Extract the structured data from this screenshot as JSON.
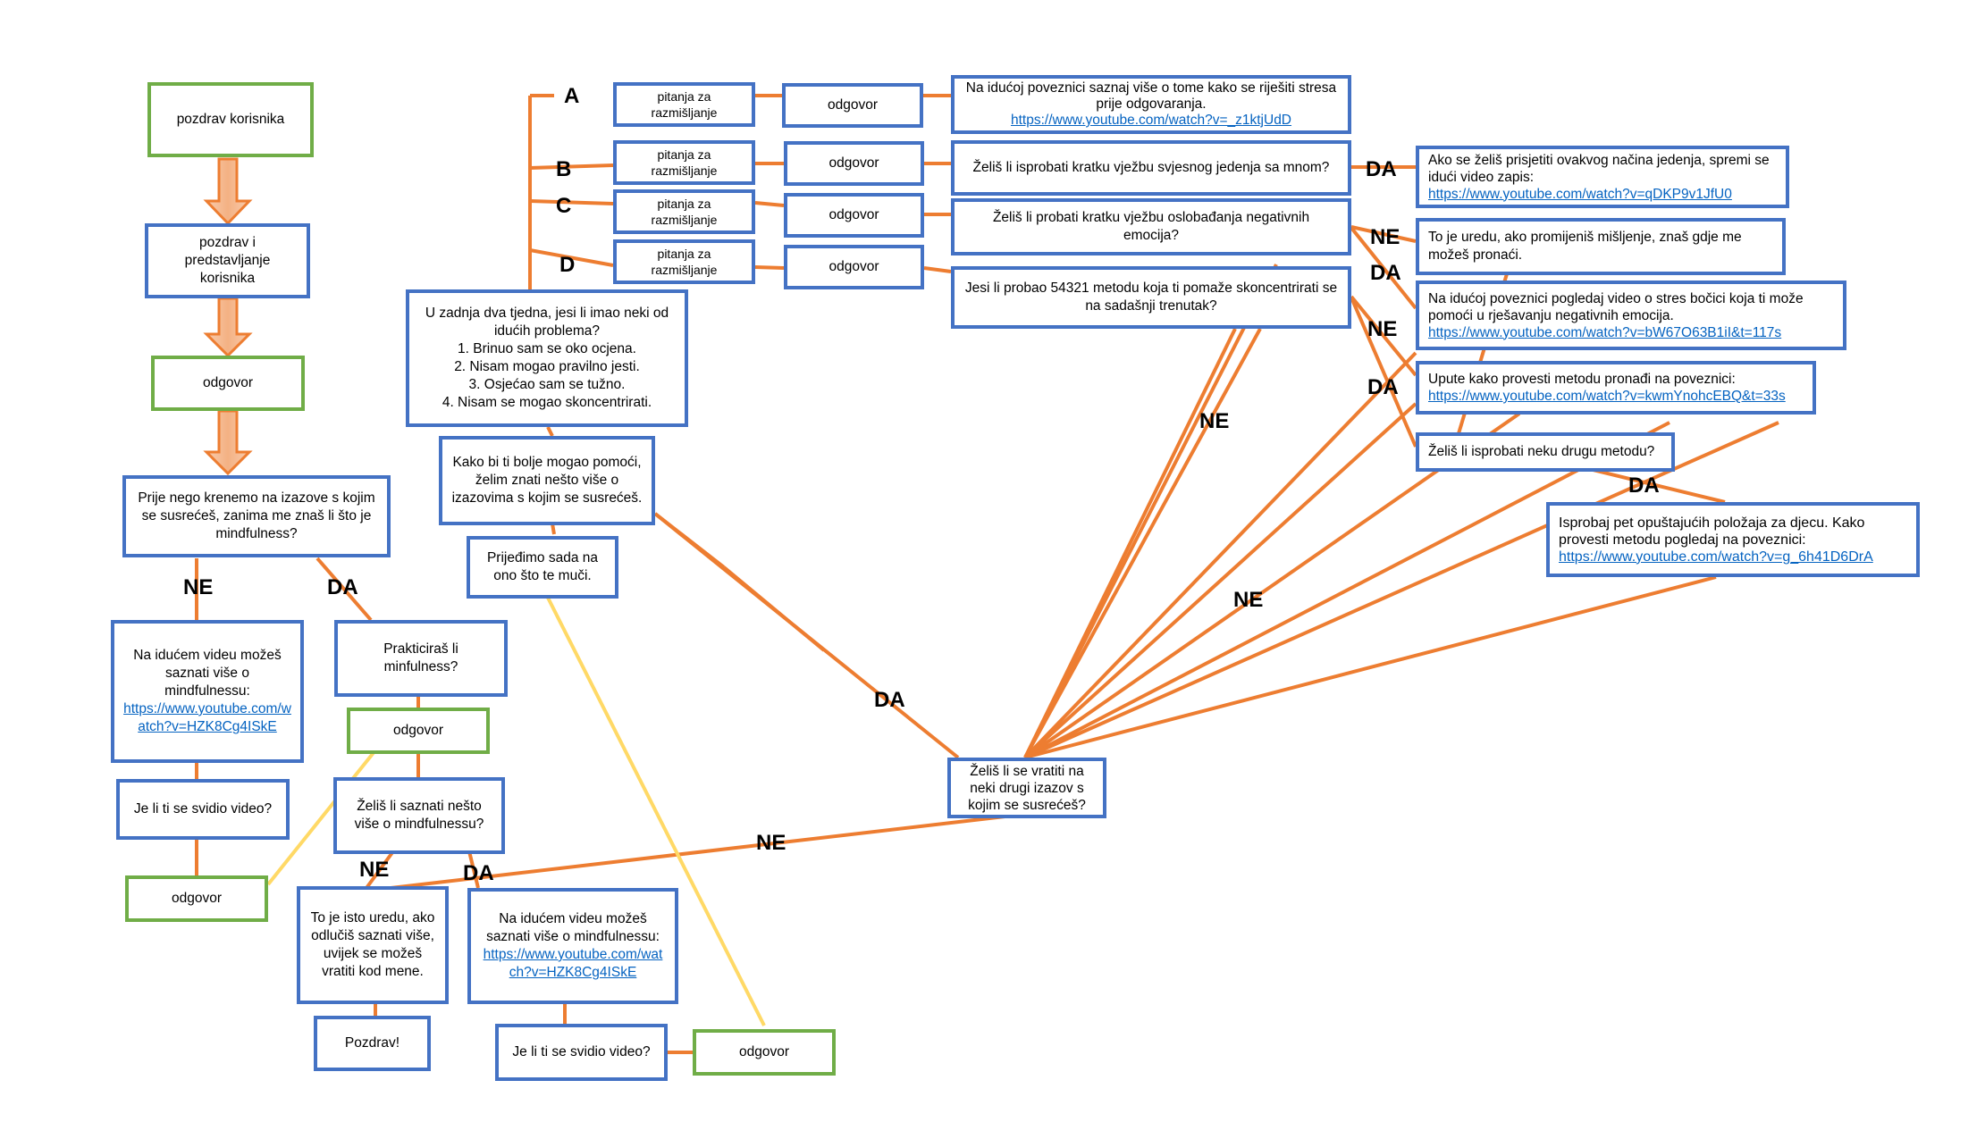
{
  "nodes": {
    "pozdrav_korisnika": "pozdrav korisnika",
    "pozdrav_predstavljanje": "pozdrav i predstavljanje korisnika",
    "odgovor_1": "odgovor",
    "prije_nego": "Prije nego krenemo na izazove s kojim se susrećeš, zanima me znaš li što je mindfulness?",
    "video_left_text": "Na idućem videu možeš saznati više o mindfulnessu:",
    "video_left_link": "https://www.youtube.com/watch?v=HZK8Cg4ISkE",
    "svidio_left": "Je li ti se svidio video?",
    "odgovor_left_bottom": "odgovor",
    "prakticiras": "Prakticiraš li minfulness?",
    "odgovor_mid": "odgovor",
    "zelis_saznati": "Želiš li saznati nešto više o mindfulnessu?",
    "isto_uredu": "To je isto uredu, ako odlučiš saznati više, uvijek se možeš vratiti kod mene.",
    "pozdrav_end": "Pozdrav!",
    "video_mid_text": "Na idućem videu možeš saznati više o mindfulnessu:",
    "video_mid_link": "https://www.youtube.com/watch?v=HZK8Cg4ISkE",
    "svidio_mid": "Je li ti se svidio video?",
    "odgovor_bottom": "odgovor",
    "u_zadnja_intro": "U zadnja dva tjedna, jesi li imao neki od idućih problema?",
    "u_zadnja_items": [
      "1. Brinuo sam se oko ocjena.",
      "2. Nisam mogao pravilno jesti.",
      "3. Osjećao sam se tužno.",
      "4. Nisam se mogao skoncentrirati."
    ],
    "kako_bi": "Kako bi ti bolje mogao pomoći, želim znati nešto više o izazovima s kojim se susrećeš.",
    "prijedimo": "Prijeđimo sada na ono što te muči.",
    "pitanja_a": "pitanja za razmišljanje",
    "pitanja_b": "pitanja za razmišljanje",
    "pitanja_c": "pitanja za razmišljanje",
    "pitanja_d": "pitanja za razmišljanje",
    "odgovor_a": "odgovor",
    "odgovor_b": "odgovor",
    "odgovor_c": "odgovor",
    "odgovor_d": "odgovor",
    "stres_text": "Na idućoj poveznici saznaj više o tome kako se riješiti stresa prije odgovaranja.",
    "stres_link": "https://www.youtube.com/watch?v=_z1ktjUdD",
    "svjesno_jedenje": "Želiš li isprobati kratku vježbu svjesnog jedenja sa mnom?",
    "oslobadjanje": "Želiš li probati kratku vježbu oslobađanja negativnih emocija?",
    "metoda_54321": "Jesi li probao 54321 metodu koja ti pomaže skoncentrirati se na sadašnji trenutak?",
    "jedenje_video_text": "Ako se želiš prisjetiti ovakvog načina jedenja, spremi se idući video zapis:",
    "jedenje_video_link": "https://www.youtube.com/watch?v=qDKP9v1JfU0",
    "uredu_misljenje": "To je uredu, ako promijeniš mišljenje, znaš gdje me možeš pronaći.",
    "bocice_text": "Na idućoj poveznici pogledaj video o stres bočici koja ti može pomoći u rješavanju negativnih emocija.",
    "bocice_link": "https://www.youtube.com/watch?v=bW67O63B1iI&t=117s",
    "upute_text": "Upute kako provesti metodu pronađi na poveznici:",
    "upute_link": "https://www.youtube.com/watch?v=kwmYnohcEBQ&t=33s",
    "druga_metoda": "Želiš li isprobati neku drugu metodu?",
    "polozaji_text": "Isprobaj pet opuštajućih položaja za djecu. Kako provesti metodu pogledaj na poveznici:",
    "polozaji_link": "https://www.youtube.com/watch?v=g_6h41D6DrA",
    "vratiti": "Želiš li se vratiti na neki drugi izazov s kojim se susrećeš?"
  },
  "labels": {
    "ne_left": "NE",
    "da_left": "DA",
    "ne_mid": "NE",
    "da_mid": "DA",
    "ne_bottom": "NE",
    "da_return": "DA",
    "a": "A",
    "b": "B",
    "c": "C",
    "d": "D",
    "ne_center": "NE",
    "ne_lower": "NE",
    "da_jedenje": "DA",
    "ne_right1": "NE",
    "da_right1": "DA",
    "ne_right2": "NE",
    "da_right2": "DA",
    "da_right3": "DA"
  },
  "colors": {
    "box_border": "#4472c4",
    "answer_border": "#70ad47",
    "connector": "#ed7d31",
    "highlight": "#ffd966",
    "arrow_fill": "#f4b183"
  }
}
